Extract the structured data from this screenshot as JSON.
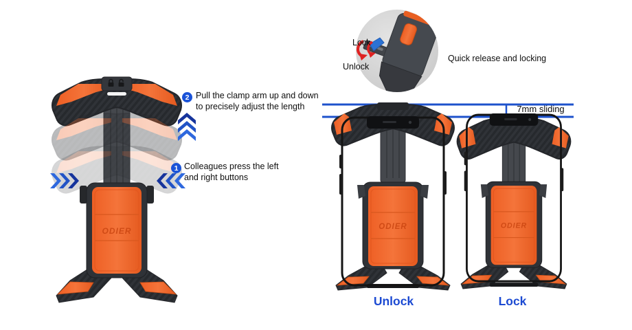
{
  "brand": {
    "logo": "ODIER"
  },
  "colors": {
    "accent_blue": "#1c4ad2",
    "line_blue": "#1d52cc",
    "chevron_blue_dark": "#16349c",
    "chevron_blue_mid": "#2153c6",
    "chevron_blue_light": "#2e68de",
    "orange": "#f2672c",
    "red_arrow": "#df2222",
    "body_dark": "#3a3d42"
  },
  "callout_step2": {
    "number": "2",
    "line1": "Pull the clamp arm up and down",
    "line2": "to precisely adjust the length"
  },
  "callout_step1": {
    "number": "1",
    "line1": "Colleagues press the left",
    "line2": "and right buttons"
  },
  "inset": {
    "lock_label": "Lock",
    "unlock_label": "Unlock",
    "caption": "Quick release and locking"
  },
  "comparison": {
    "sliding_label": "7mm sliding",
    "unlock_label": "Unlock",
    "lock_label": "Lock"
  }
}
